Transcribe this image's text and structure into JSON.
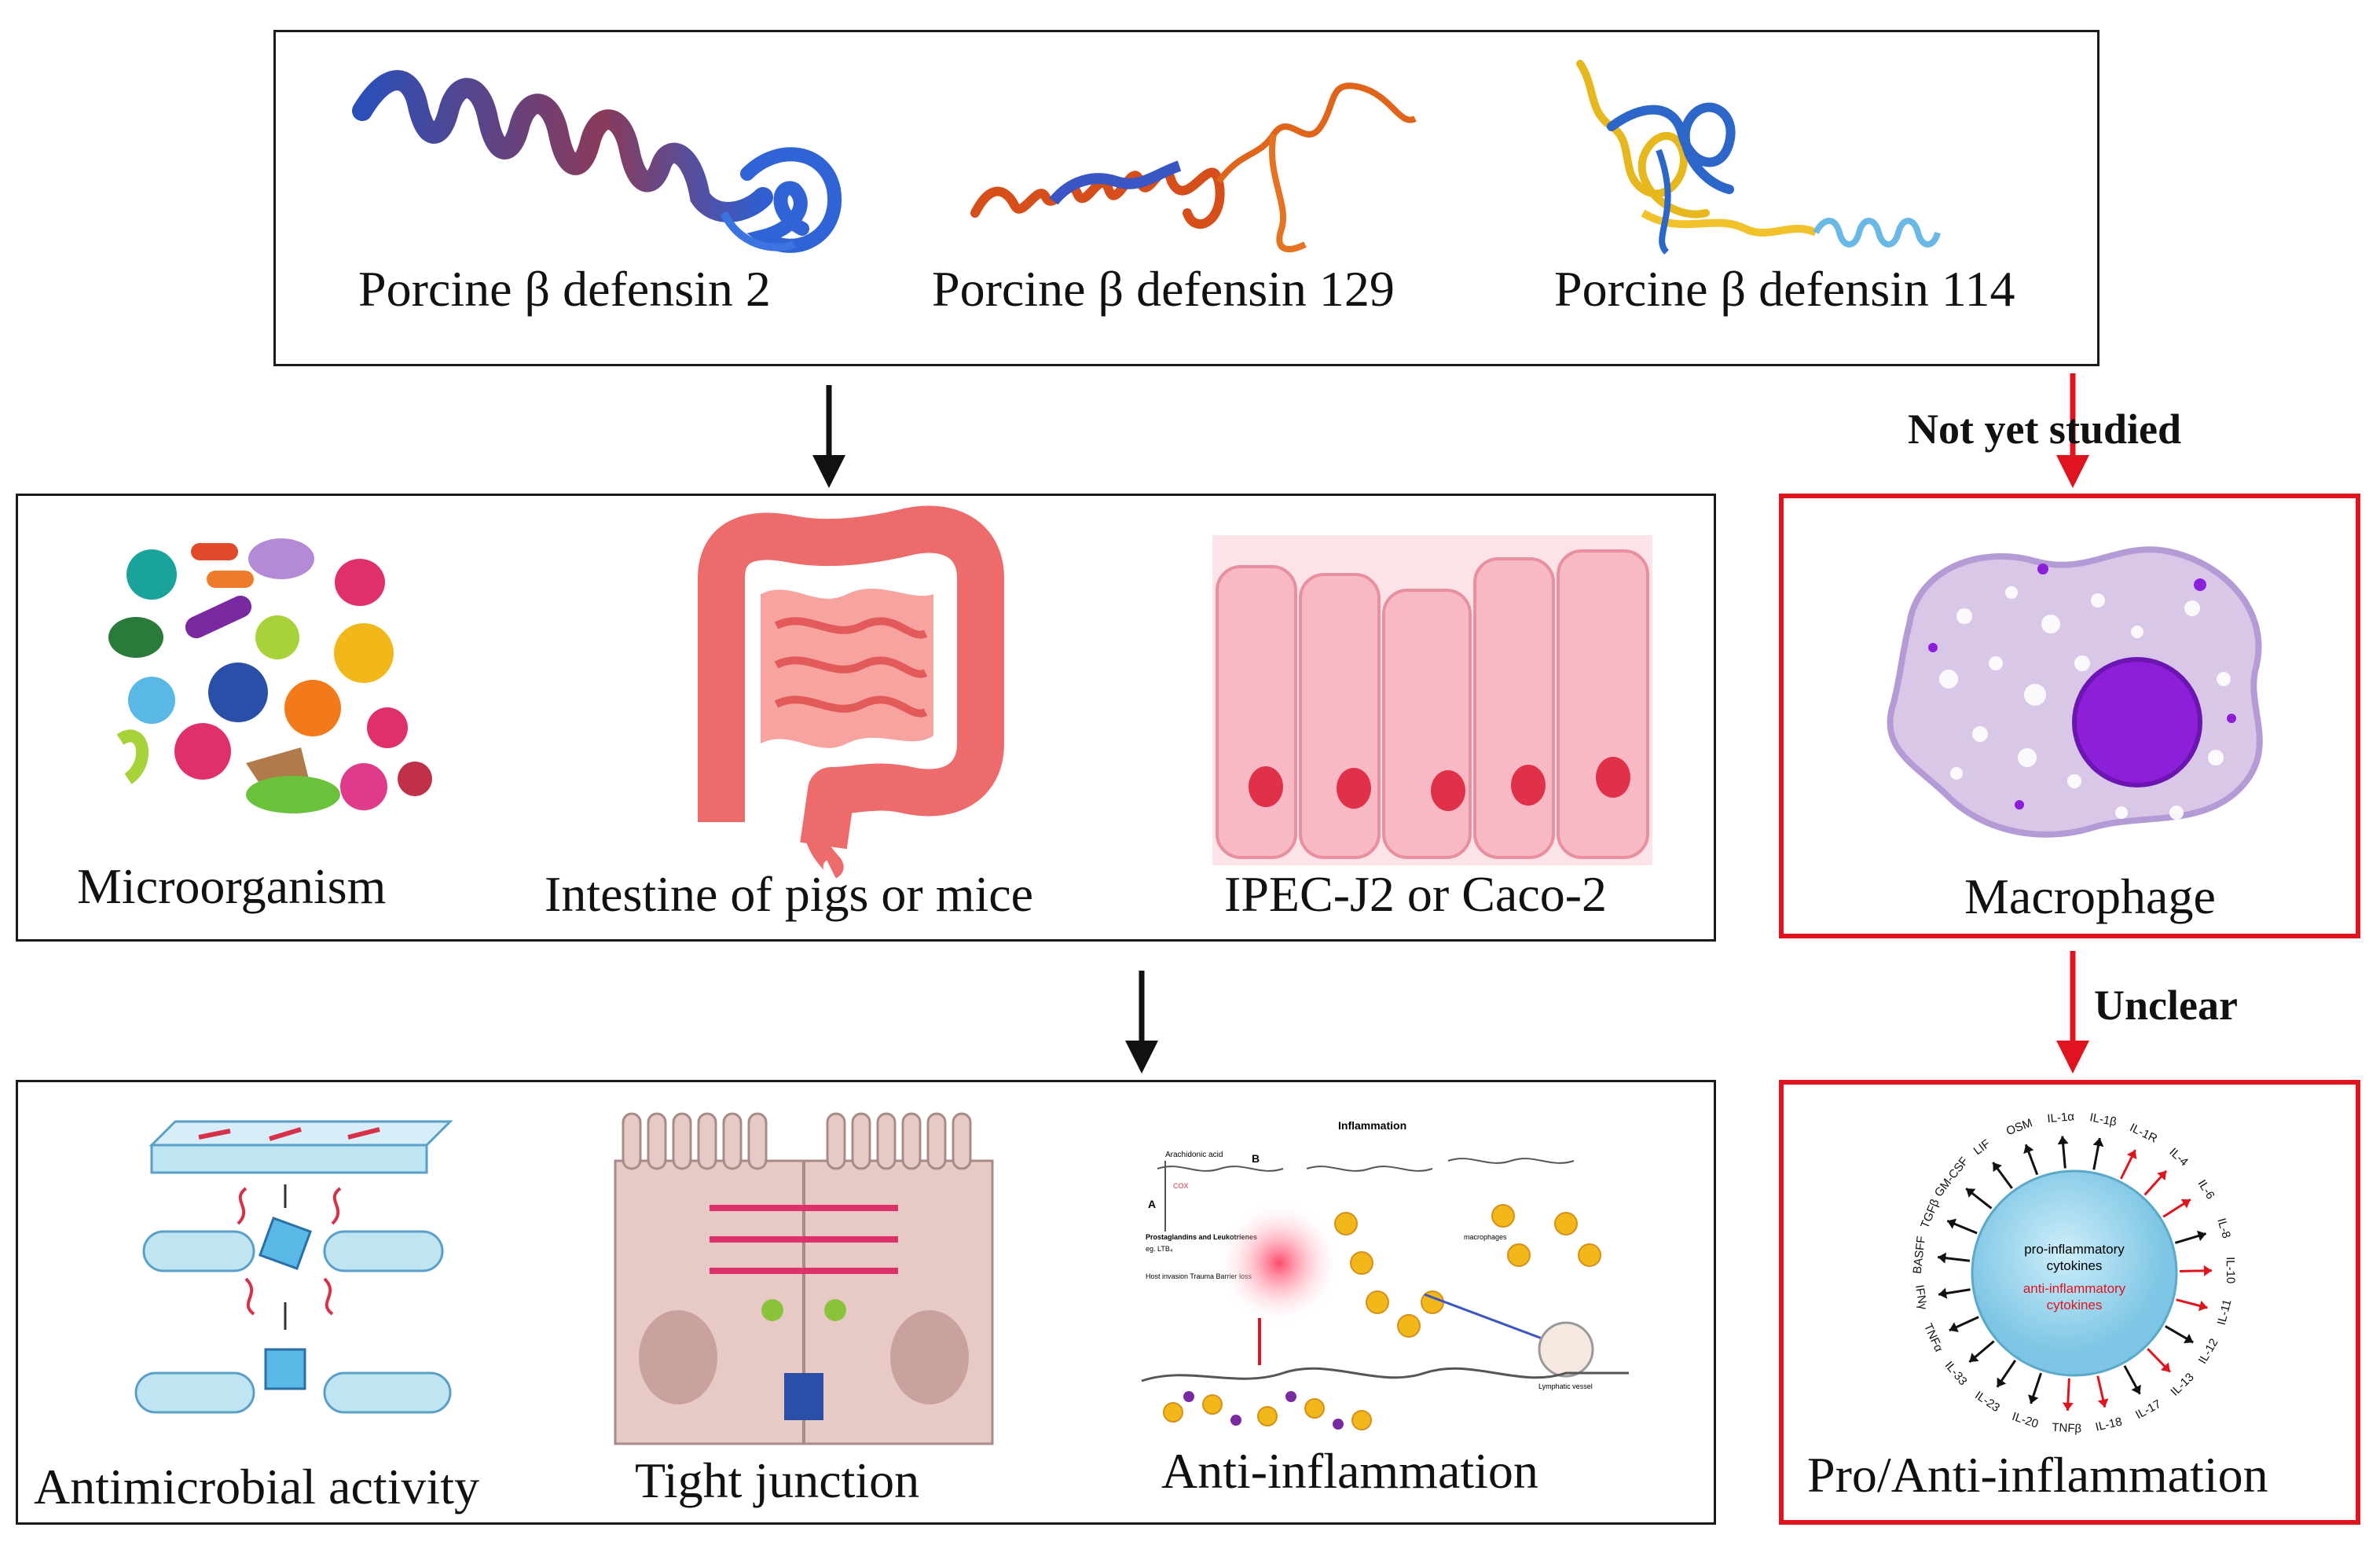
{
  "proteins": [
    {
      "label": "Porcine β defensin 2"
    },
    {
      "label": "Porcine β defensin 129"
    },
    {
      "label": "Porcine β defensin 114"
    }
  ],
  "models": [
    {
      "label": "Microorganism"
    },
    {
      "label": "Intestine of pigs or mice"
    },
    {
      "label": "IPEC-J2 or Caco-2"
    }
  ],
  "effects": [
    {
      "label": "Antimicrobial  activity"
    },
    {
      "label": "Tight  junction"
    },
    {
      "label": "Anti-inflammation"
    }
  ],
  "macrophage": {
    "label": "Macrophage"
  },
  "cytokine": {
    "label": "Pro/Anti-inflammation",
    "center_line1": "pro-inflammatory",
    "center_line2": "cytokines",
    "center_line3": "anti-inflammatory",
    "center_line4": "cytokines",
    "labels": [
      "IL-1α",
      "IL-1β",
      "IL-1R",
      "IL-4",
      "IL-6",
      "IL-8",
      "IL-10",
      "IL-11",
      "IL-12",
      "IL-13",
      "IL-17",
      "IL-18",
      "TNFβ",
      "IL-20",
      "IL-23",
      "IL-33",
      "TNFα",
      "IFNγ",
      "BASFF",
      "TGFβ",
      "GM-CSF",
      "LIF",
      "OSM"
    ]
  },
  "arrows": {
    "not_yet_studied": "Not yet  studied",
    "unclear": "Unclear"
  },
  "inflammation_panel": {
    "title": "Inflammation",
    "text_arachidonic": "Arachidonic acid",
    "text_cox": "COX",
    "text_a": "A",
    "text_b": "B",
    "text_pg": "Prostaglandins and Leukotrienes",
    "text_ltb": "eg. LTB₄",
    "text_host": "Host invasion Trauma Barrier loss",
    "text_macro": "macrophages",
    "text_lymph": "Lymphatic vessel"
  },
  "colors": {
    "red": "#e0141e",
    "black": "#1a1a1a",
    "macrophage_body": "#d9c7e8",
    "macrophage_nucleus": "#8e1fd8",
    "intestine": "#ee6b6b",
    "epithelium": "#f7b9c4",
    "cytokine_sphere": "#9fd6ec"
  }
}
